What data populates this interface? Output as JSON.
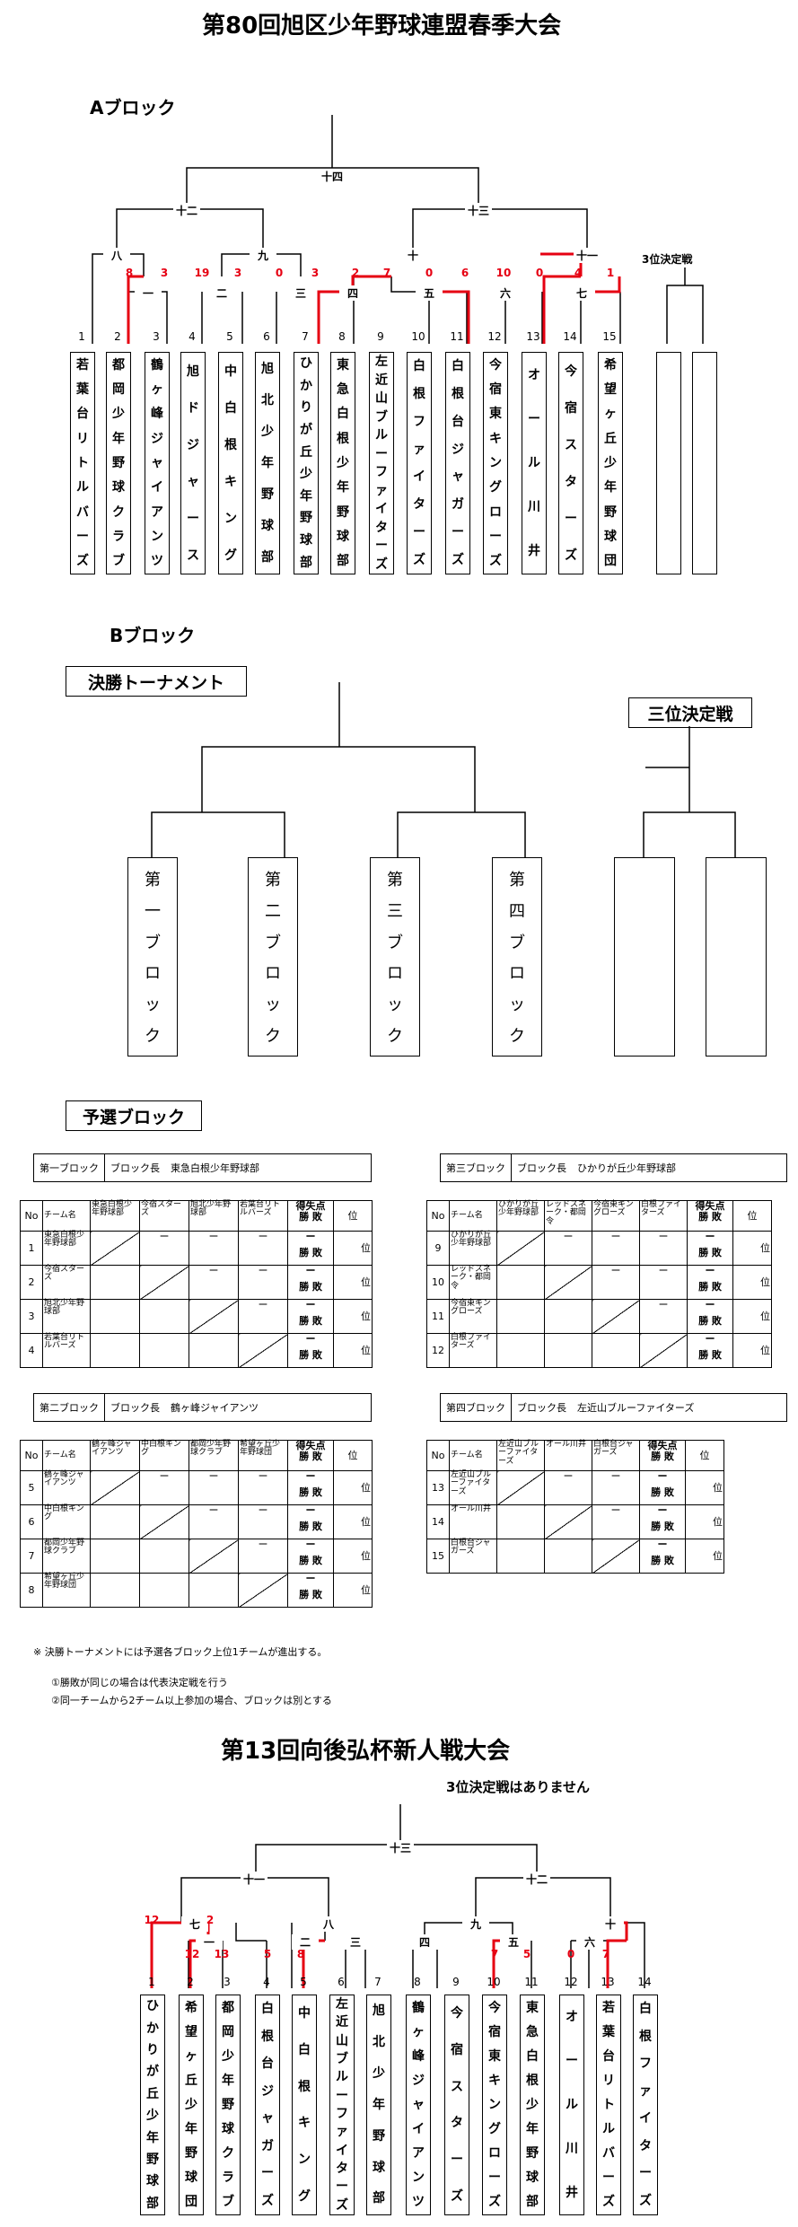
{
  "title1": "第80回旭区少年野球連盟春季大会",
  "blockA": {
    "label": "Aブロック",
    "teams": [
      {
        "no": "1",
        "name": "若葉台リトルバーズ"
      },
      {
        "no": "2",
        "name": "都岡少年野球クラブ"
      },
      {
        "no": "3",
        "name": "鶴ヶ峰ジャイアンツ"
      },
      {
        "no": "4",
        "name": "旭ドジャース"
      },
      {
        "no": "5",
        "name": "中白根キング"
      },
      {
        "no": "6",
        "name": "旭北少年野球部"
      },
      {
        "no": "7",
        "name": "ひかりが丘少年野球部"
      },
      {
        "no": "8",
        "name": "東急白根少年野球部"
      },
      {
        "no": "9",
        "name": "左近山ブルーファイターズ"
      },
      {
        "no": "10",
        "name": "白根ファイターズ"
      },
      {
        "no": "11",
        "name": "白根台ジャガーズ"
      },
      {
        "no": "12",
        "name": "今宿東キングローズ"
      },
      {
        "no": "13",
        "name": "オール川井"
      },
      {
        "no": "14",
        "name": "今宿スターズ"
      },
      {
        "no": "15",
        "name": "希望ヶ丘少年野球団"
      }
    ],
    "rounds": [
      "一",
      "二",
      "三",
      "四",
      "五",
      "六",
      "七",
      "八",
      "九",
      "十",
      "十一",
      "十二",
      "十三",
      "十四"
    ],
    "scores": [
      "8",
      "3",
      "19",
      "3",
      "0",
      "3",
      "2",
      "7",
      "0",
      "6",
      "10",
      "0",
      "4",
      "1"
    ],
    "third_place": "3位決定戦"
  },
  "blockB": {
    "label": "Bブロック",
    "final_label": "決勝トーナメント",
    "third_label": "三位決定戦",
    "boxes": [
      "第一ブロック",
      "第二ブロック",
      "第三ブロック",
      "第四ブロック"
    ]
  },
  "prelim": {
    "label": "予選ブロック",
    "col_no": "No",
    "col_team": "チーム名",
    "col_pts": "得失点",
    "col_wl": "勝 敗",
    "col_rank": "位",
    "dash": "ー",
    "blocks": [
      {
        "name": "第一ブロック",
        "leader_label": "ブロック長",
        "leader": "東急白根少年野球部",
        "teams": [
          {
            "no": "1",
            "name": "東急白根少年野球部"
          },
          {
            "no": "2",
            "name": "今宿スターズ"
          },
          {
            "no": "3",
            "name": "旭北少年野球部"
          },
          {
            "no": "4",
            "name": "若葉台リトルバーズ"
          }
        ]
      },
      {
        "name": "第二ブロック",
        "leader_label": "ブロック長",
        "leader": "鶴ヶ峰ジャイアンツ",
        "teams": [
          {
            "no": "5",
            "name": "鶴ヶ峰ジャイアンツ"
          },
          {
            "no": "6",
            "name": "中白根キング"
          },
          {
            "no": "7",
            "name": "都岡少年野球クラブ"
          },
          {
            "no": "8",
            "name": "希望ヶ丘少年野球団"
          }
        ]
      },
      {
        "name": "第三ブロック",
        "leader_label": "ブロック長",
        "leader": "ひかりが丘少年野球部",
        "teams": [
          {
            "no": "9",
            "name": "ひかりが丘少年野球部"
          },
          {
            "no": "10",
            "name": "レッドスネーク・都岡令"
          },
          {
            "no": "11",
            "name": "今宿東キングローズ"
          },
          {
            "no": "12",
            "name": "白根ファイターズ"
          }
        ]
      },
      {
        "name": "第四ブロック",
        "leader_label": "ブロック長",
        "leader": "左近山ブルーファイターズ",
        "teams": [
          {
            "no": "13",
            "name": "左近山ブルーファイターズ"
          },
          {
            "no": "14",
            "name": "オール川井"
          },
          {
            "no": "15",
            "name": "白根台ジャガーズ"
          }
        ]
      }
    ]
  },
  "notes": [
    "※ 決勝トーナメントには予選各ブロック上位1チームが進出する。",
    "①勝敗が同じの場合は代表決定戦を行う",
    "②同一チームから2チーム以上参加の場合、ブロックは別とする"
  ],
  "title2": "第13回向後弘杯新人戦大会",
  "no_third": "3位決定戦はありません",
  "cup": {
    "teams": [
      {
        "no": "1",
        "name": "ひかりが丘少年野球部"
      },
      {
        "no": "2",
        "name": "希望ヶ丘少年野球団"
      },
      {
        "no": "3",
        "name": "都岡少年野球クラブ"
      },
      {
        "no": "4",
        "name": "白根台ジャガーズ"
      },
      {
        "no": "5",
        "name": "中白根キング"
      },
      {
        "no": "6",
        "name": "左近山ブルーファイターズ"
      },
      {
        "no": "7",
        "name": "旭北少年野球部"
      },
      {
        "no": "8",
        "name": "鶴ヶ峰ジャイアンツ"
      },
      {
        "no": "9",
        "name": "今宿スターズ"
      },
      {
        "no": "10",
        "name": "今宿東キングローズ"
      },
      {
        "no": "11",
        "name": "東急白根少年野球部"
      },
      {
        "no": "12",
        "name": "オール川井"
      },
      {
        "no": "13",
        "name": "若葉台リトルバーズ"
      },
      {
        "no": "14",
        "name": "白根ファイターズ"
      }
    ],
    "rounds": [
      "一",
      "二",
      "三",
      "四",
      "五",
      "六",
      "七",
      "八",
      "九",
      "十",
      "十一",
      "十二",
      "十三"
    ],
    "scores": [
      "12",
      "2",
      "12",
      "13",
      "5",
      "8",
      "7",
      "5",
      "0",
      "7"
    ]
  }
}
